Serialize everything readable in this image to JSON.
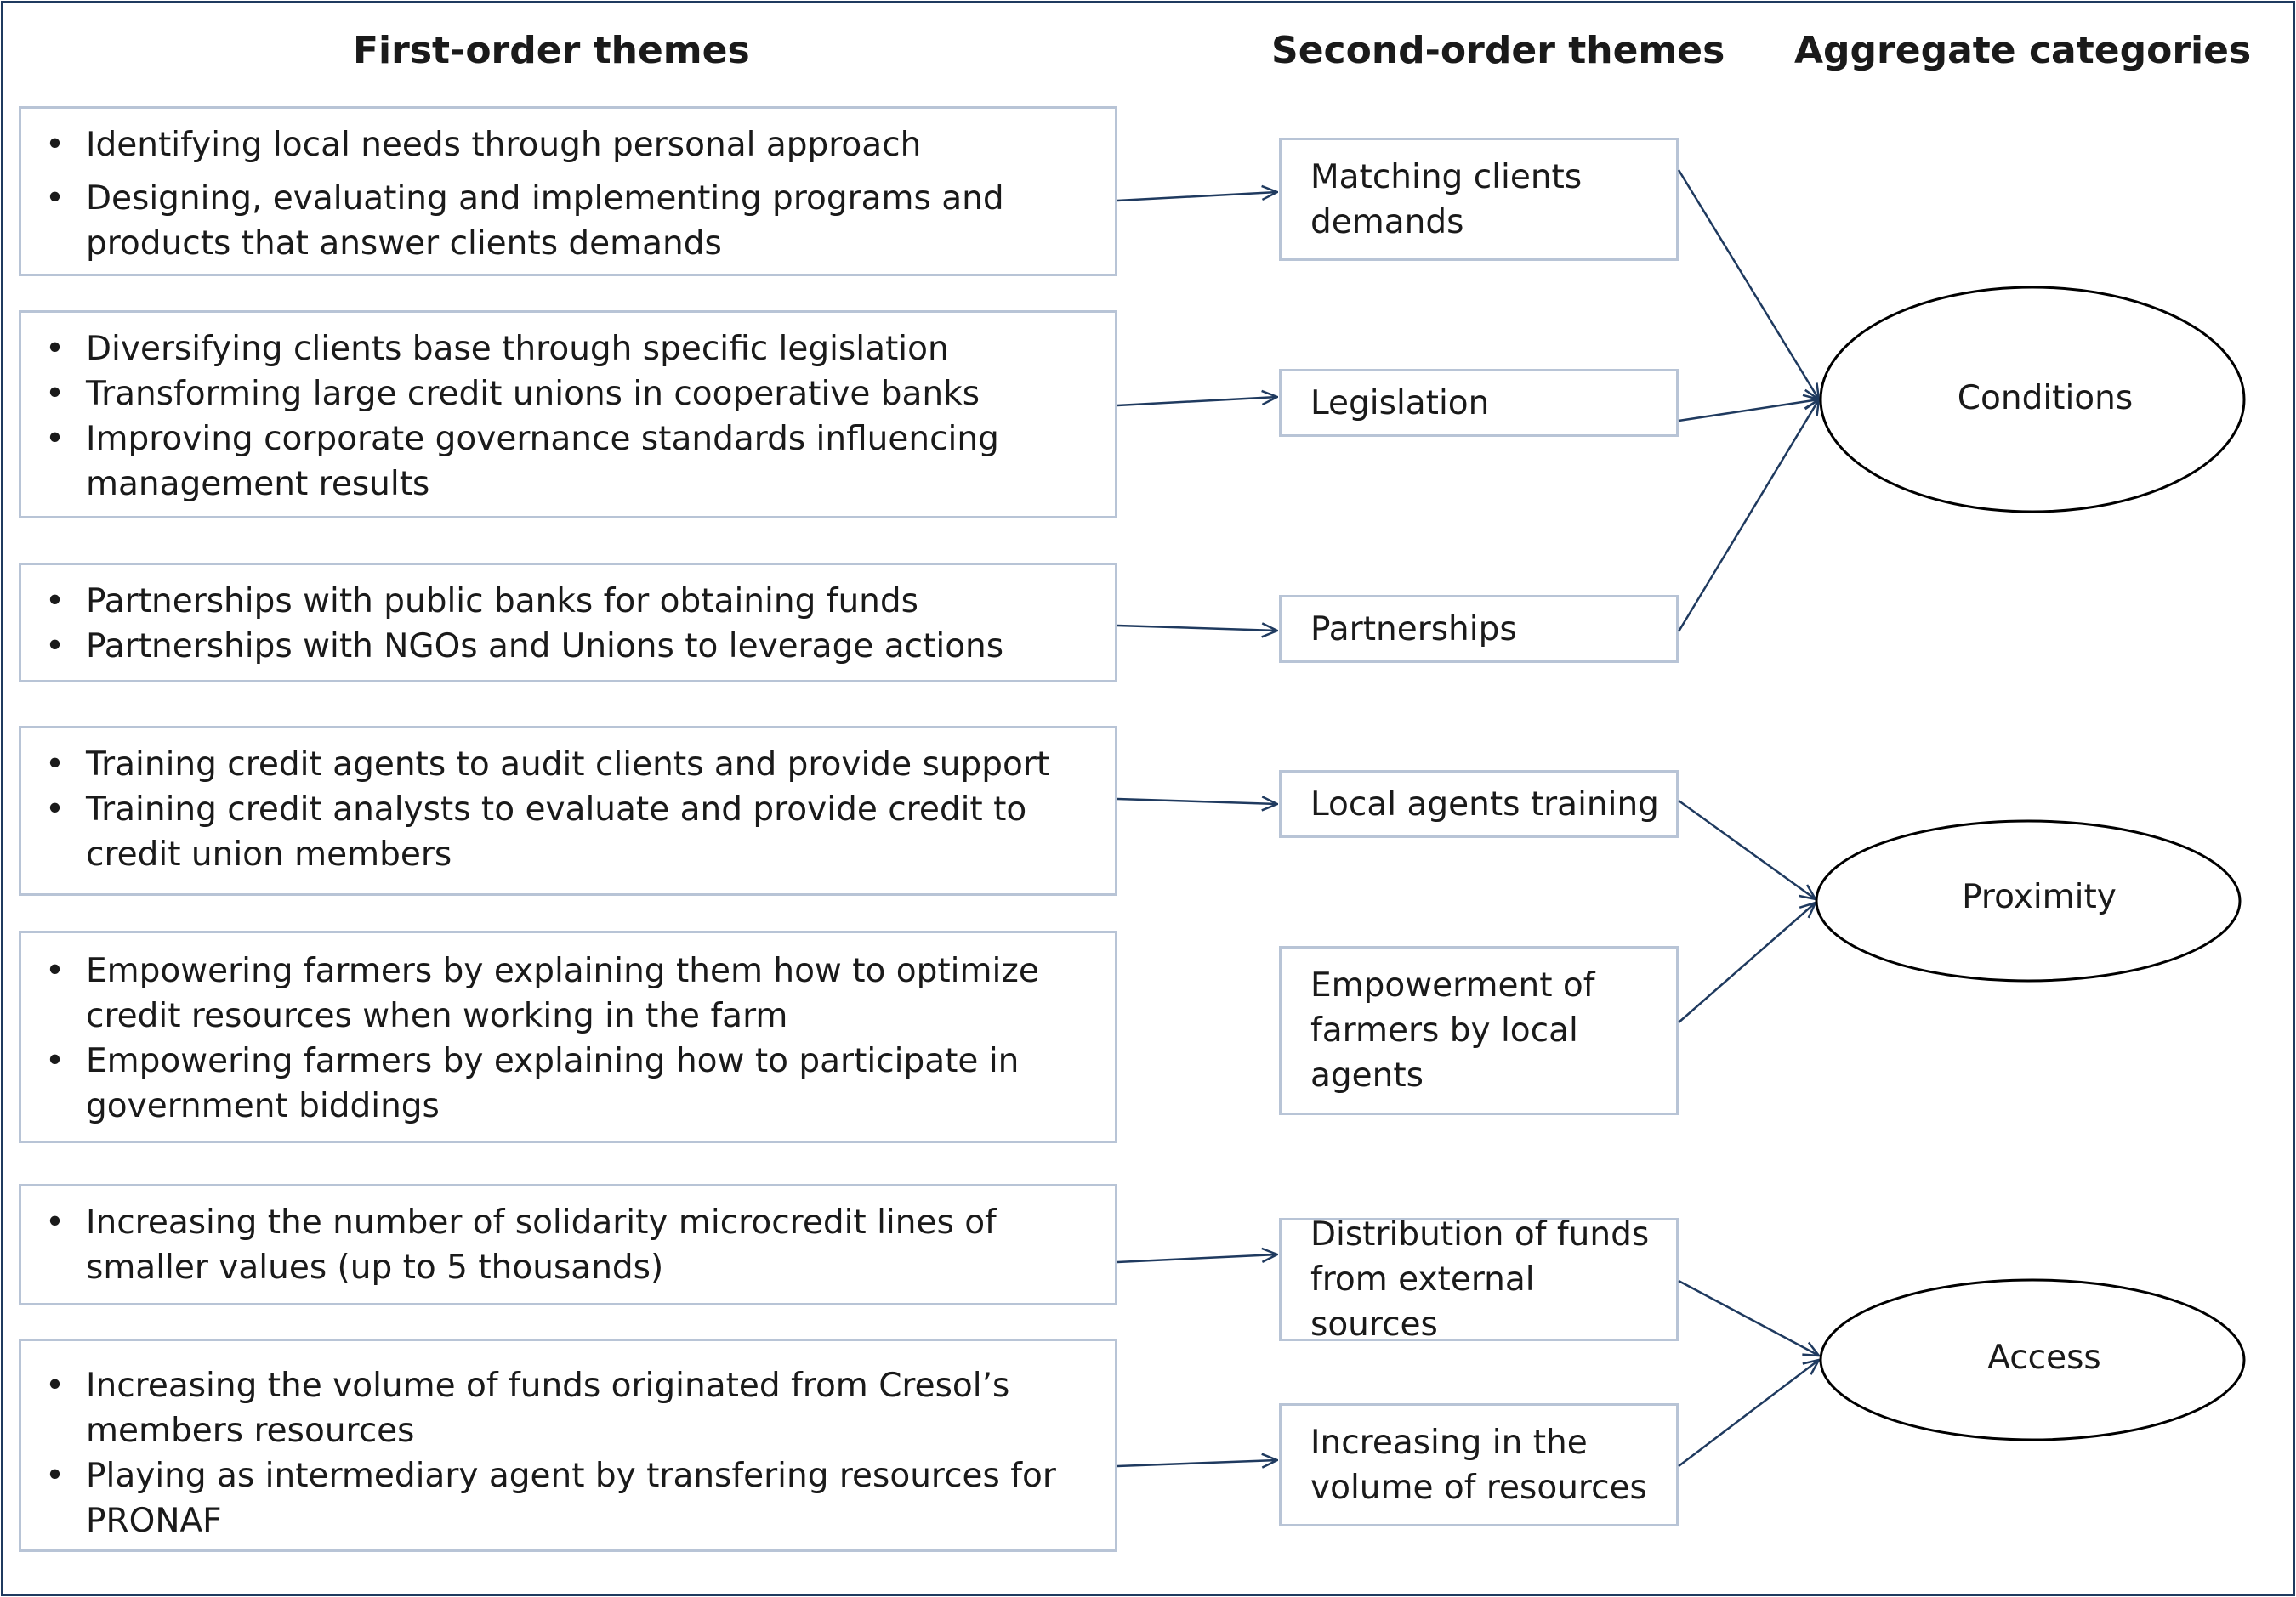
{
  "headers": {
    "first_order": "First-order themes",
    "second_order": "Second-order themes",
    "aggregate": "Aggregate categories"
  },
  "first_order_themes": [
    {
      "items": [
        "Identifying local needs through personal approach",
        "Designing, evaluating and implementing programs and products that answer clients demands"
      ]
    },
    {
      "items": [
        "Diversifying clients base through specific legislation",
        "Transforming large credit unions in cooperative banks",
        "Improving corporate governance standards influencing management results"
      ]
    },
    {
      "items": [
        "Partnerships with public banks for obtaining funds",
        "Partnerships with NGOs and Unions to leverage actions"
      ]
    },
    {
      "items": [
        "Training credit agents to audit clients and provide support",
        "Training credit analysts to evaluate and provide credit to credit union members"
      ]
    },
    {
      "items": [
        "Empowering farmers by explaining them how to optimize credit resources when working in the farm",
        "Empowering farmers by explaining how to participate in government biddings"
      ]
    },
    {
      "items": [
        "Increasing the number of solidarity microcredit lines of smaller values (up to 5 thousands)"
      ]
    },
    {
      "items": [
        "Increasing the volume of funds originated from Cresol’s members resources",
        "Playing as intermediary agent by transfering resources for PRONAF"
      ]
    }
  ],
  "second_order_themes": [
    "Matching clients demands",
    "Legislation",
    "Partnerships",
    "Local agents training",
    "Empowerment of farmers by local agents",
    "Distribution of funds from external sources",
    "Increasing in the volume of resources"
  ],
  "aggregate_categories": [
    "Conditions",
    "Proximity",
    "Access"
  ],
  "colors": {
    "arrow": "#1f3a5f",
    "box_border": "#b8c4d6",
    "frame": "#1f3a5f"
  }
}
